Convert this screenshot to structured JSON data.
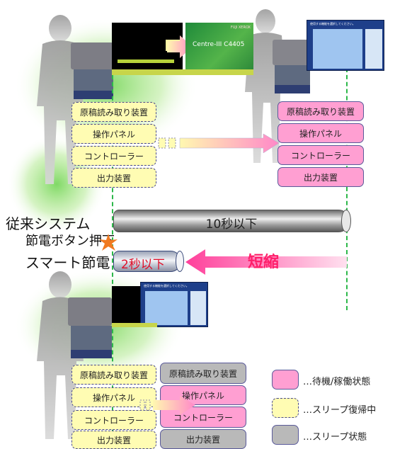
{
  "units_top_left": [
    "原稿読み取り装置",
    "操作パネル",
    "コントローラー",
    "出力装置"
  ],
  "units_top_right": [
    "原稿読み取り装置",
    "操作パネル",
    "コントローラー",
    "出力装置"
  ],
  "units_bottom_left": [
    "原稿読み取り装置",
    "操作パネル",
    "コントローラー",
    "出力装置"
  ],
  "units_bottom_right": [
    "原稿読み取り装置",
    "操作パネル",
    "コントローラー",
    "出力装置"
  ],
  "timeline": {
    "conventional_label": "従来システム",
    "button_label": "節電ボタン押下",
    "smart_label": "スマート節電",
    "conventional_time": "10秒以下",
    "smart_time": "2秒以下",
    "shorten_label": "短縮"
  },
  "screens": {
    "centre_text": "Centre-III C4405",
    "brand_text": "FUJI XEROX",
    "panel_header": "使用する機能を選択してください。"
  },
  "legend": [
    {
      "label": "…待機/稼働状態",
      "color": "#ff9fd2"
    },
    {
      "label": "…スリープ復帰中",
      "color": "#fffcb3"
    },
    {
      "label": "…スリープ状態",
      "color": "#b9b9b9"
    }
  ],
  "colors": {
    "active": "#ff9fd2",
    "waking": "#fffcb3",
    "sleep": "#b9b9b9",
    "accent_line": "#2db84a",
    "shorten": "#ff3f9a"
  }
}
